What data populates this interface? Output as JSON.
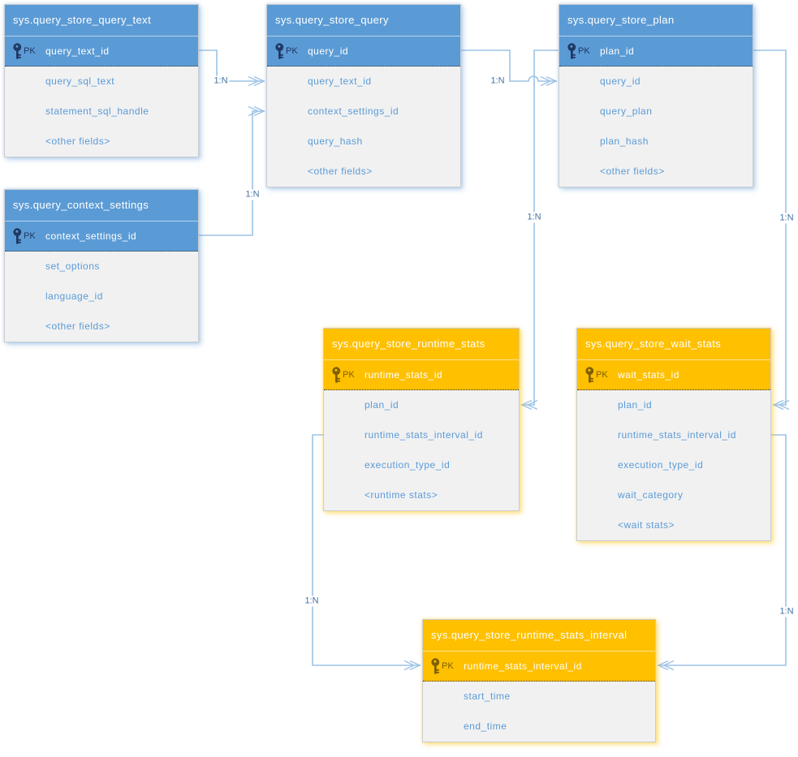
{
  "colors": {
    "blue_header": "#5b9bd5",
    "orange_header": "#ffc000",
    "body_bg": "#f1f1f2",
    "field_text": "#5b9bd5",
    "pk_text_blue": "#1f3864",
    "pk_text_orange": "#7f6000",
    "line": "#9dc3e6",
    "label_text": "#4472a4"
  },
  "tables": [
    {
      "title": "sys.query_store_query_text",
      "pk_label": "PK",
      "pk_field": "query_text_id",
      "fields": [
        "query_sql_text",
        "statement_sql_handle",
        "<other fields>"
      ]
    },
    {
      "title": "sys.query_store_query",
      "pk_label": "PK",
      "pk_field": "query_id",
      "fields": [
        "query_text_id",
        "context_settings_id",
        "query_hash",
        "<other fields>"
      ]
    },
    {
      "title": "sys.query_store_plan",
      "pk_label": "PK",
      "pk_field": "plan_id",
      "fields": [
        "query_id",
        "query_plan",
        "plan_hash",
        "<other fields>"
      ]
    },
    {
      "title": "sys.query_context_settings",
      "pk_label": "PK",
      "pk_field": "context_settings_id",
      "fields": [
        "set_options",
        "language_id",
        "<other fields>"
      ]
    },
    {
      "title": "sys.query_store_runtime_stats",
      "pk_label": "PK",
      "pk_field": "runtime_stats_id",
      "fields": [
        "plan_id",
        "runtime_stats_interval_id",
        "execution_type_id",
        "<runtime stats>"
      ]
    },
    {
      "title": "sys.query_store_wait_stats",
      "pk_label": "PK",
      "pk_field": "wait_stats_id",
      "fields": [
        "plan_id",
        "runtime_stats_interval_id",
        "execution_type_id",
        "wait_category",
        "<wait stats>"
      ]
    },
    {
      "title": "sys.query_store_runtime_stats_interval",
      "pk_label": "PK",
      "pk_field": "runtime_stats_interval_id",
      "fields": [
        "start_time",
        "end_time"
      ]
    }
  ],
  "connectors": [
    {
      "label": "1:N",
      "from": "query_store_query_text.query_text_id",
      "to": "query_store_query.query_text_id"
    },
    {
      "label": "1:N",
      "from": "query_context_settings.context_settings_id",
      "to": "query_store_query.context_settings_id"
    },
    {
      "label": "1:N",
      "from": "query_store_query.query_id",
      "to": "query_store_plan.query_id"
    },
    {
      "label": "1:N",
      "from": "query_store_plan.plan_id",
      "to": "query_store_runtime_stats.plan_id"
    },
    {
      "label": "1:N",
      "from": "query_store_plan.plan_id",
      "to": "query_store_wait_stats.plan_id"
    },
    {
      "label": "1:N",
      "from": "query_store_runtime_stats.runtime_stats_interval_id",
      "to": "query_store_runtime_stats_interval.runtime_stats_interval_id"
    },
    {
      "label": "1:N",
      "from": "query_store_wait_stats.runtime_stats_interval_id",
      "to": "query_store_runtime_stats_interval.runtime_stats_interval_id"
    }
  ]
}
